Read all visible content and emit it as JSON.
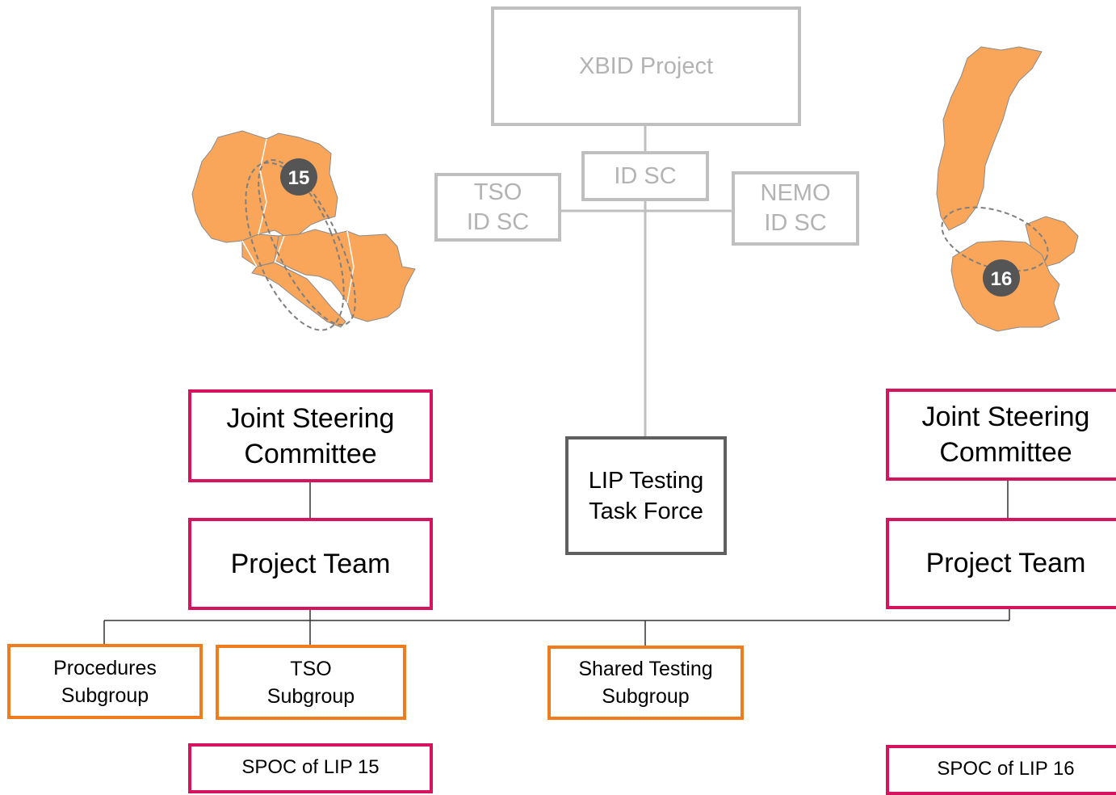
{
  "diagram": {
    "xbid_project": "XBID Project",
    "id_sc": "ID SC",
    "tso_id_sc": [
      "TSO",
      "ID SC"
    ],
    "nemo_id_sc": [
      "NEMO",
      "ID SC"
    ],
    "lip_testing_task_force": [
      "LIP Testing",
      "Task Force"
    ],
    "left": {
      "region_badge": "15",
      "joint_steering_committee": [
        "Joint Steering",
        "Committee"
      ],
      "project_team": "Project Team",
      "spoc": "SPOC of LIP 15"
    },
    "right": {
      "region_badge": "16",
      "joint_steering_committee": [
        "Joint Steering",
        "Committee"
      ],
      "project_team": "Project Team",
      "spoc": "SPOC of LIP 16"
    },
    "subgroups": {
      "procedures": [
        "Procedures",
        "Subgroup"
      ],
      "tso": [
        "TSO",
        "Subgroup"
      ],
      "shared_testing": [
        "Shared Testing",
        "Subgroup"
      ]
    }
  },
  "colors": {
    "map_fill": "#f9a65a",
    "grey_border": "#bfbfbf",
    "pink_border": "#d6135f",
    "orange_border": "#f07c1e",
    "dark_border": "#5f5f5f",
    "badge_fill": "#555555"
  }
}
